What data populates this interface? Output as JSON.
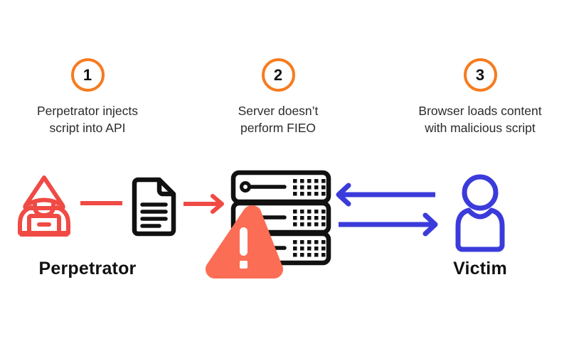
{
  "diagram": {
    "title_absent": true,
    "background_color": "#FFFFFF",
    "palette": {
      "orange": "#F57C20",
      "red": "#F04A45",
      "coral": "#FB6D55",
      "indigo": "#3B3BDB",
      "black": "#111111",
      "caption_gray": "#2B2B2B"
    },
    "steps": [
      {
        "number": "1",
        "caption": "Perpetrator injects\nscript into API"
      },
      {
        "number": "2",
        "caption": "Server doesn’t\nperform FIEO"
      },
      {
        "number": "3",
        "caption": "Browser loads content\nwith malicious script"
      }
    ],
    "actors": [
      {
        "label": "Perpetrator",
        "icon": "hacker-hooded-figure-icon",
        "color": "#F04A45"
      },
      {
        "label": "Victim",
        "icon": "user-person-icon",
        "color": "#3B3BDB"
      }
    ],
    "nodes": [
      {
        "name": "hacker-icon",
        "color": "#F04A45"
      },
      {
        "name": "document-icon",
        "color": "#111111"
      },
      {
        "name": "server-stack-icon",
        "color": "#111111",
        "units": 3
      },
      {
        "name": "warning-triangle-icon",
        "color": "#FB6D55",
        "glyph": "!"
      },
      {
        "name": "user-icon",
        "color": "#3B3BDB"
      }
    ],
    "connectors": [
      {
        "name": "hacker-to-document-line",
        "color": "#F04A45",
        "arrowhead": false,
        "direction": "right"
      },
      {
        "name": "document-to-server-arrow",
        "color": "#F04A45",
        "arrowhead": true,
        "direction": "right"
      },
      {
        "name": "victim-to-server-arrow",
        "color": "#3B3BDB",
        "arrowhead": true,
        "direction": "left"
      },
      {
        "name": "server-to-victim-arrow",
        "color": "#3B3BDB",
        "arrowhead": true,
        "direction": "right"
      }
    ]
  }
}
